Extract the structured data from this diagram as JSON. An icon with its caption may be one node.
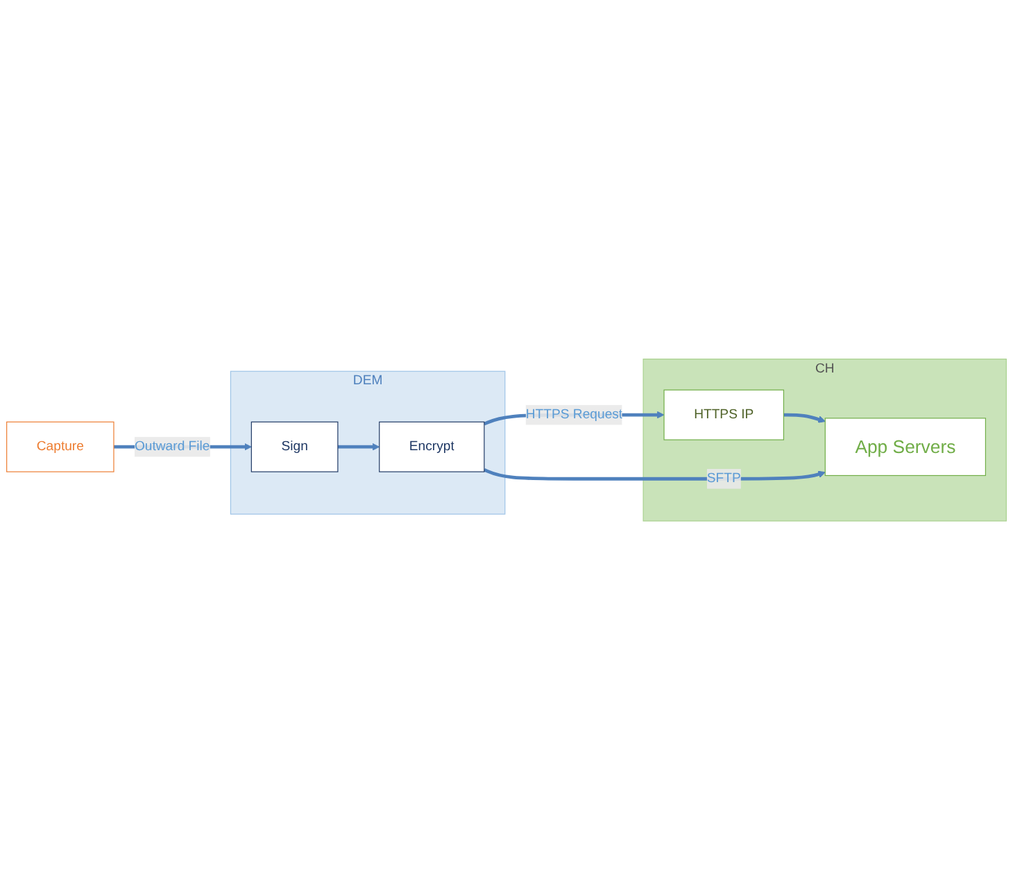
{
  "diagram": {
    "nodes": [
      {
        "text": [
          "CH"
        ]
      },
      {
        "text": [
          "App Servers"
        ],
        "in": 0
      },
      {
        "text": [
          "HTTPS IP"
        ],
        "in": 0
      },
      {
        "text": [
          "DEM"
        ]
      },
      {
        "text": [
          "Sign"
        ],
        "in": 3
      },
      {
        "text": [
          "Encrypt"
        ],
        "in": 3
      },
      {
        "text": [
          "Capture"
        ]
      }
    ],
    "edges": [
      {
        "from": 6,
        "to": 4,
        "arrow": "to",
        "label": "Outward File"
      },
      {
        "from": 4,
        "to": 5,
        "arrow": "to"
      },
      {
        "from": 5,
        "to": 2,
        "arrow": "to",
        "label": "HTTPS Request"
      },
      {
        "from": 2,
        "to": 1,
        "arrow": "to"
      },
      {
        "from": 5,
        "to": 1,
        "arrow": "to",
        "label": "SFTP"
      }
    ]
  }
}
